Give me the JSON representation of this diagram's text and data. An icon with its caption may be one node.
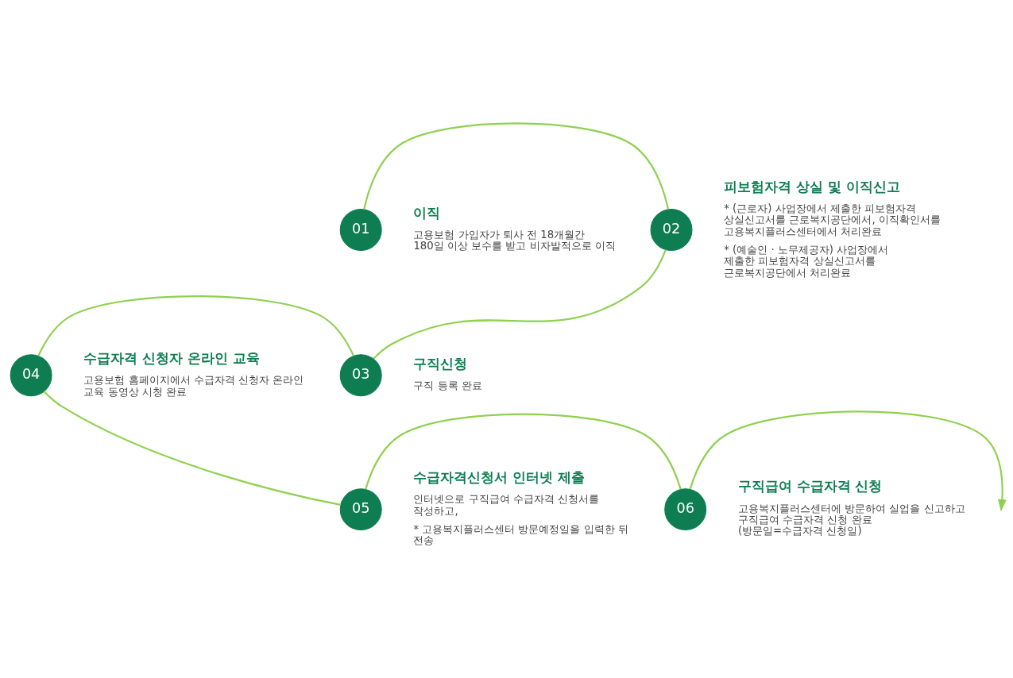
{
  "diagram": {
    "nodes": [
      {
        "text": [
          "01"
        ],
        "beside": [
          "이직",
          "고용보험 가입자가 퇴사 전 18개월간 180일 이상 보수를 받고 비자발적으로 이직"
        ]
      },
      {
        "text": [
          "02"
        ],
        "beside": [
          "피보험자격 상실 및 이직신고",
          "* (근로자) 사업장에서 제출한 피보험자격 상실신고서를 근로복지공단에서, 이직확인서를 고용복지플러스센터에서 처리완료",
          "* (예술인 · 노무제공자) 사업장에서 제출한 피보험자격 상실신고서를 근로복지공단에서 처리완료"
        ]
      },
      {
        "text": [
          "03"
        ],
        "beside": [
          "구직신청",
          "구직 등록 완료"
        ]
      },
      {
        "text": [
          "04"
        ],
        "beside": [
          "수급자격 신청자 온라인 교육",
          "고용보험 홈페이지에서 수급자격 신청자 온라인 교육 동영상 시청 완료"
        ]
      },
      {
        "text": [
          "05"
        ],
        "beside": [
          "수급자격신청서 인터넷 제출",
          "인터넷으로 구직급여 수급자격 신청서를 작성하고,",
          "* 고용복지플러스센터 방문예정일을 입력한 뒤 전송"
        ]
      },
      {
        "text": [
          "06"
        ],
        "beside": [
          "구직급여 수급자격 신청",
          "고용복지플러스센터에 방문하여 실업을 신고하고 구직급여 수급자격 신청 완료 (방문일=수급자격 신청일)"
        ]
      }
    ],
    "edges": [
      {
        "from": 0,
        "to": 1,
        "arrow": "none",
        "color": "#8fd14f"
      },
      {
        "from": 1,
        "to": 2,
        "arrow": "none",
        "color": "#8fd14f"
      },
      {
        "from": 2,
        "to": 3,
        "arrow": "none",
        "color": "#8fd14f"
      },
      {
        "from": 3,
        "to": 4,
        "arrow": "none",
        "color": "#8fd14f"
      },
      {
        "from": 4,
        "to": 5,
        "arrow": "none",
        "color": "#8fd14f"
      },
      {
        "from": 5,
        "to": null,
        "arrow": "to",
        "color": "#8fd14f"
      }
    ]
  }
}
